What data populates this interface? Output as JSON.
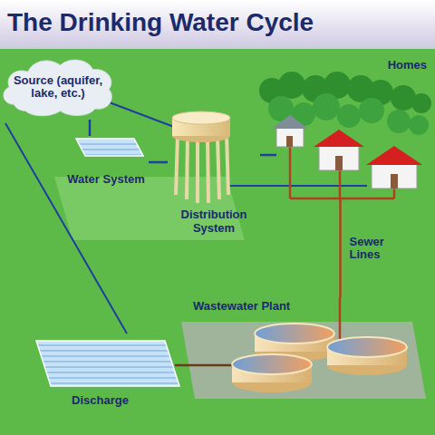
{
  "diagram": {
    "title": "The Drinking Water Cycle",
    "nodes": [
      {
        "text": [
          "Source (aquifer, lake, etc.)"
        ]
      },
      {
        "text": [
          "Water System"
        ]
      },
      {
        "text": [
          "Distribution System"
        ]
      },
      {
        "text": [
          "Homes"
        ]
      },
      {
        "text": [
          "Wastewater Plant"
        ]
      },
      {
        "text": [
          "Discharge"
        ]
      }
    ],
    "edges": [
      {
        "from": 0,
        "to": 1,
        "arrow": "none"
      },
      {
        "from": 1,
        "to": 2,
        "arrow": "none"
      },
      {
        "from": 2,
        "to": 3,
        "arrow": "none"
      },
      {
        "from": 3,
        "to": 4,
        "label": "Sewer Lines",
        "arrow": "none"
      },
      {
        "from": 4,
        "to": 5,
        "arrow": "none"
      }
    ]
  }
}
